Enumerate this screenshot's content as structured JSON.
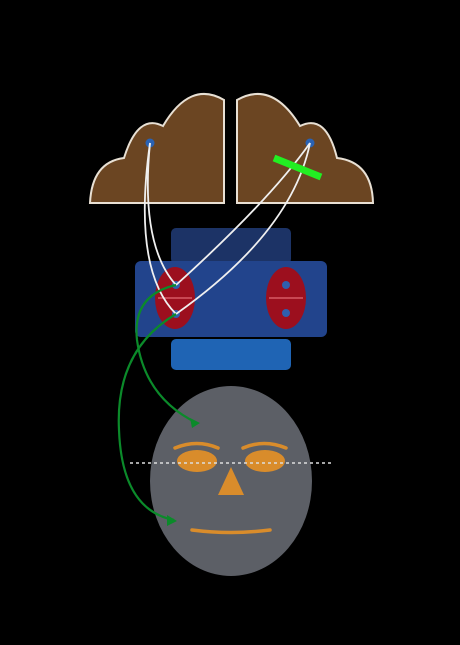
{
  "colors": {
    "background": "#000000",
    "cortex_fill": "#6b4522",
    "cortex_outline": "#e8e0d4",
    "node_blue": "#2a62b3",
    "brainstem_top": "#1c3366",
    "brainstem_middle": "#22448c",
    "brainstem_bottom": "#1f64b4",
    "nucleus_fill": "#9c0f1e",
    "nucleus_divider": "#d65a65",
    "nucleus_dot": "#2f5fae",
    "tract_white": "#f0f0f0",
    "tract_green": "#0b8a2a",
    "lesion_green": "#22ee22",
    "face_fill": "#5c5f66",
    "feature_orange": "#d98c2b",
    "midline": "#dddddd"
  },
  "parts": {
    "left_cortex": "left-hemisphere",
    "right_cortex": "right-hemisphere",
    "lesion": "lesion-bar",
    "face": "face"
  }
}
